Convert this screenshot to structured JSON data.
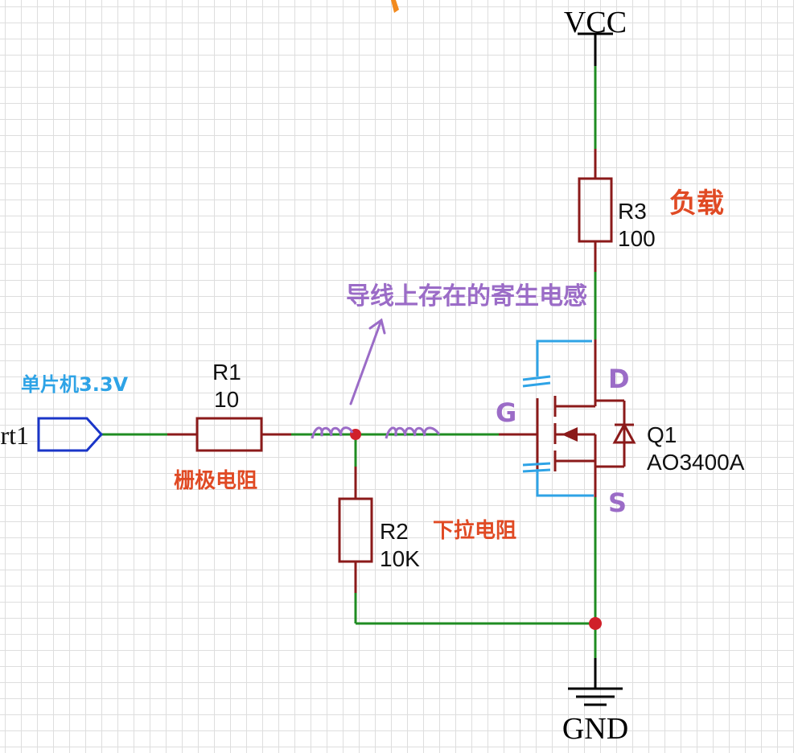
{
  "power": {
    "vcc": "VCC",
    "gnd": "GND"
  },
  "port": {
    "label": "rt1"
  },
  "components": {
    "r1": {
      "ref": "R1",
      "value": "10"
    },
    "r2": {
      "ref": "R2",
      "value": "10K"
    },
    "r3": {
      "ref": "R3",
      "value": "100"
    },
    "q1": {
      "ref": "Q1",
      "value": "AO3400A"
    }
  },
  "annotations": {
    "mcu_input": "单片机3.3V",
    "gate_resistor": "栅极电阻",
    "pulldown_resistor": "下拉电阻",
    "load": "负载",
    "parasitic_inductance": "导线上存在的寄生电感",
    "pin_g": "G",
    "pin_d": "D",
    "pin_s": "S"
  },
  "colors": {
    "wire": "#1f8c22",
    "component": "#8b1a1a",
    "port": "#1a35c8",
    "junction": "#d0202a",
    "annotation_red": "#e04a24",
    "annotation_purple": "#9b6cc7",
    "annotation_blue": "#2ea3e6"
  }
}
